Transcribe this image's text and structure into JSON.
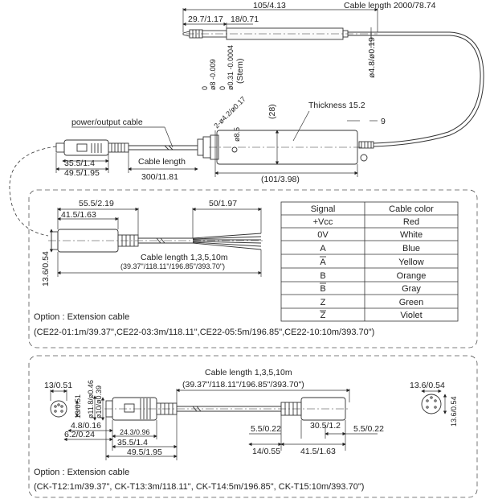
{
  "top": {
    "overall_length": "105/4.13",
    "cable_length_main": "Cable length 2000/78.74",
    "dim_29_7": "29.7/1.17",
    "dim_18": "18/0.71",
    "stem_line1": "0",
    "stem_line2": "ø8 -0.009",
    "stem_line3": "0",
    "stem_line4": "ø0.31 -0.0004",
    "stem_label": "(Stem)",
    "cable_dia": "ø4.8/ø0.19",
    "dim_28": "(28)",
    "dim_2_4_2": "2-ø4.2/ø0.17",
    "dim_8_5": "ø8.5",
    "thickness": "Thickness 15.2",
    "dim_9": "9",
    "power_cable": "power/output cable",
    "cable_length_label": "Cable length",
    "cable_length_value": "300/11.81",
    "dim_35_5": "35.5/1.4",
    "dim_49_5": "49.5/1.95",
    "dim_101": "(101/3.98)"
  },
  "ext1": {
    "dim_55_5": "55.5/2.19",
    "dim_41_5": "41.5/1.63",
    "dim_50": "50/1.97",
    "dim_13_6": "13.6/0.54",
    "cable_length_line1": "Cable length 1,3,5,10m",
    "cable_length_line2": "(39.37\"/118.11\"/196.85\"/393.70\")",
    "option_title": "Option : Extension cable",
    "option_models": "(CE22-01:1m/39.37\",CE22-03:3m/118.11\",CE22-05:5m/196.85\",CE22-10:10m/393.70\")"
  },
  "signal_table": {
    "headers": [
      "Signal",
      "Cable color"
    ],
    "rows": [
      [
        "+Vcc",
        "Red"
      ],
      [
        "0V",
        "White"
      ],
      [
        "A",
        "Blue"
      ],
      [
        "A",
        "Yellow"
      ],
      [
        "B",
        "Orange"
      ],
      [
        "B",
        "Gray"
      ],
      [
        "Z",
        "Green"
      ],
      [
        "Z",
        "Violet"
      ]
    ]
  },
  "ext2": {
    "dim_13": "13/0.51",
    "dim_13v": "13/0.51",
    "dim_11_8": "ø11.8/ø0.46",
    "dim_10": "ø10/ø0.39",
    "dim_4_8": "4.8/0.16",
    "dim_6_2": "6.2/0.24",
    "dim_24_3": "24.3/0.96",
    "dim_35_5": "35.5/1.4",
    "dim_49_5": "49.5/1.95",
    "cable_length_line1": "Cable length 1,3,5,10m",
    "cable_length_line2": "(39.37\"/118.11\"/196.85\"/393.70\")",
    "dim_13_6_top": "13.6/0.54",
    "dim_13_6_side": "13.6/0.54",
    "dim_5_5_left": "5.5/0.22",
    "dim_30_5": "30.5/1.2",
    "dim_5_5_right": "5.5/0.22",
    "dim_14": "14/0.55",
    "dim_41_5": "41.5/1.63",
    "option_title": "Option : Extension cable",
    "option_models": "(CK-T12:1m/39.37\", CK-T13:3m/118.11\", CK-T14:5m/196.85\", CK-T15:10m/393.70\")"
  }
}
